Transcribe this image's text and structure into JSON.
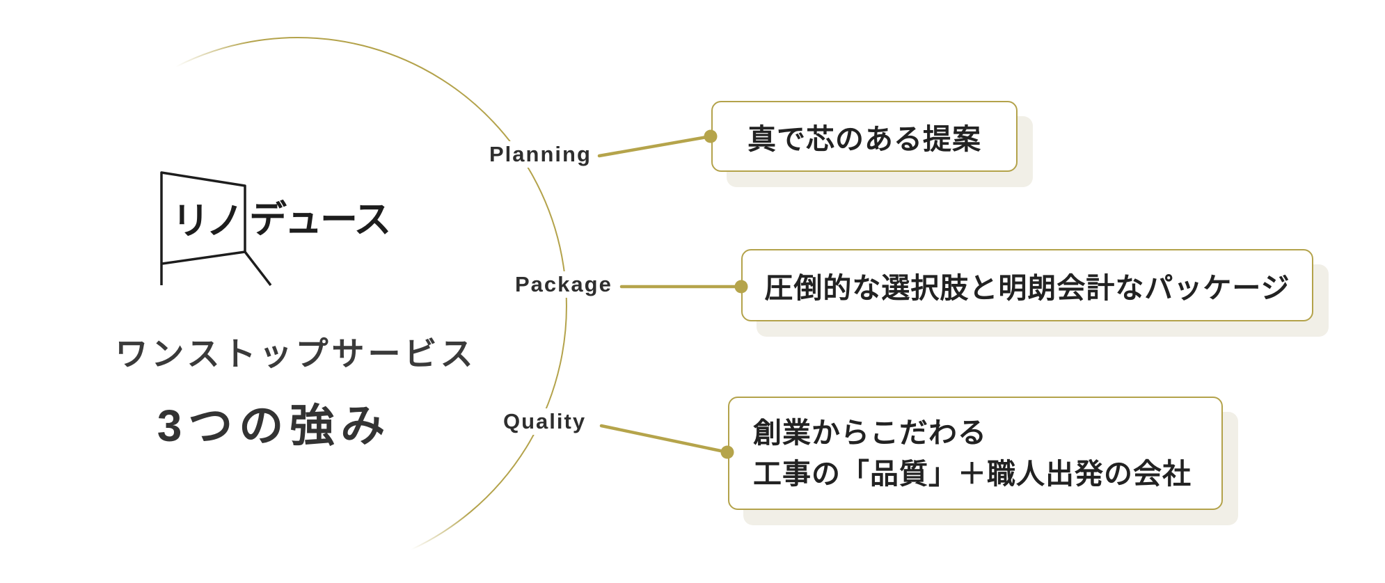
{
  "brand": {
    "logo_inner": "リノ",
    "logo_outer": "デュース",
    "title_line1": "ワンストップサービス",
    "title_line2": "3つの強み"
  },
  "items": [
    {
      "label": "Planning",
      "text": "真で芯のある提案"
    },
    {
      "label": "Package",
      "text": "圧倒的な選択肢と明朗会計なパッケージ"
    },
    {
      "label": "Quality",
      "lines": [
        "創業からこだわる",
        "工事の「品質」＋職人出発の会社"
      ]
    }
  ],
  "colors": {
    "gold": "#b3a24a",
    "gold_line": "#b5a44b",
    "box_shadow": "#f1efe7",
    "text_dark": "#222222"
  }
}
